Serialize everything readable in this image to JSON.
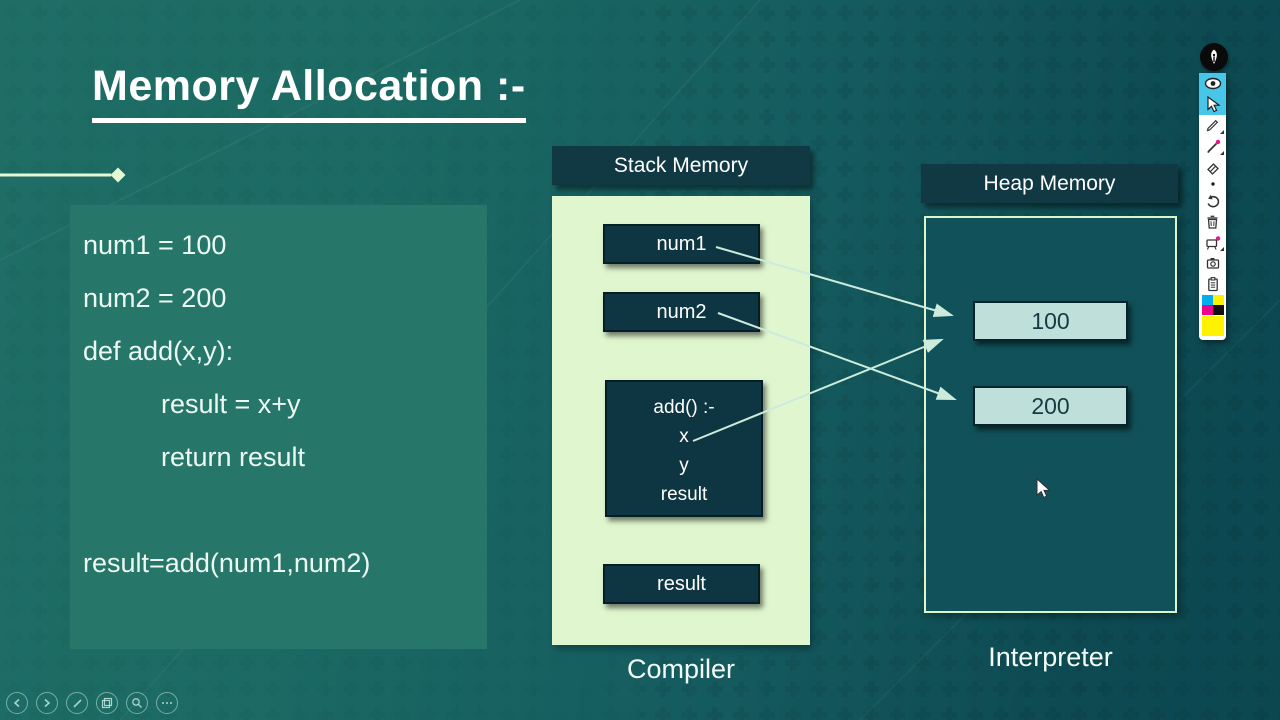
{
  "title": "Memory Allocation :-",
  "code": {
    "lines": [
      "num1 = 100",
      "num2 = 200",
      "def add(x,y):",
      "result = x+y",
      "return result",
      "result=add(num1,num2)"
    ]
  },
  "stack": {
    "header": "Stack Memory",
    "box1": "num1",
    "box2": "num2",
    "frame": {
      "title": "add() :-",
      "vars": [
        "x",
        "y",
        "result"
      ]
    },
    "box3": "result",
    "caption": "Compiler"
  },
  "heap": {
    "header": "Heap Memory",
    "value1": "100",
    "value2": "200",
    "caption": "Interpreter"
  },
  "arrows": [
    {
      "from": "num1",
      "to": "100"
    },
    {
      "from": "num2",
      "to": "200"
    },
    {
      "from": "x",
      "to": "100"
    }
  ],
  "annotation_toolbar": {
    "app": "pen-annotation-overlay",
    "tools": [
      "view",
      "select",
      "pencil",
      "highlighter",
      "eraser",
      "size-dot",
      "undo",
      "trash",
      "whiteboard",
      "screenshot",
      "clipboard"
    ],
    "palette": {
      "cyan": "#00AEEF",
      "yellow": "#FFF200",
      "magenta": "#EC008C",
      "black": "#111111"
    },
    "current_color": "#FFF200",
    "selected_tool_bg": "#47C6E9"
  },
  "player": {
    "buttons": [
      "previous",
      "next",
      "pen",
      "slides",
      "zoom",
      "more"
    ]
  },
  "colors": {
    "background_left": "#1E6E66",
    "background_right": "#0C4750",
    "code_block": "#27766A",
    "panel_light": "#DFF6CE",
    "header_dark": "#113944",
    "box_dark": "#0E3642",
    "heap_panel": "#11525A",
    "value_box": "#BFE0DA",
    "arrow": "#CDEBDC"
  }
}
